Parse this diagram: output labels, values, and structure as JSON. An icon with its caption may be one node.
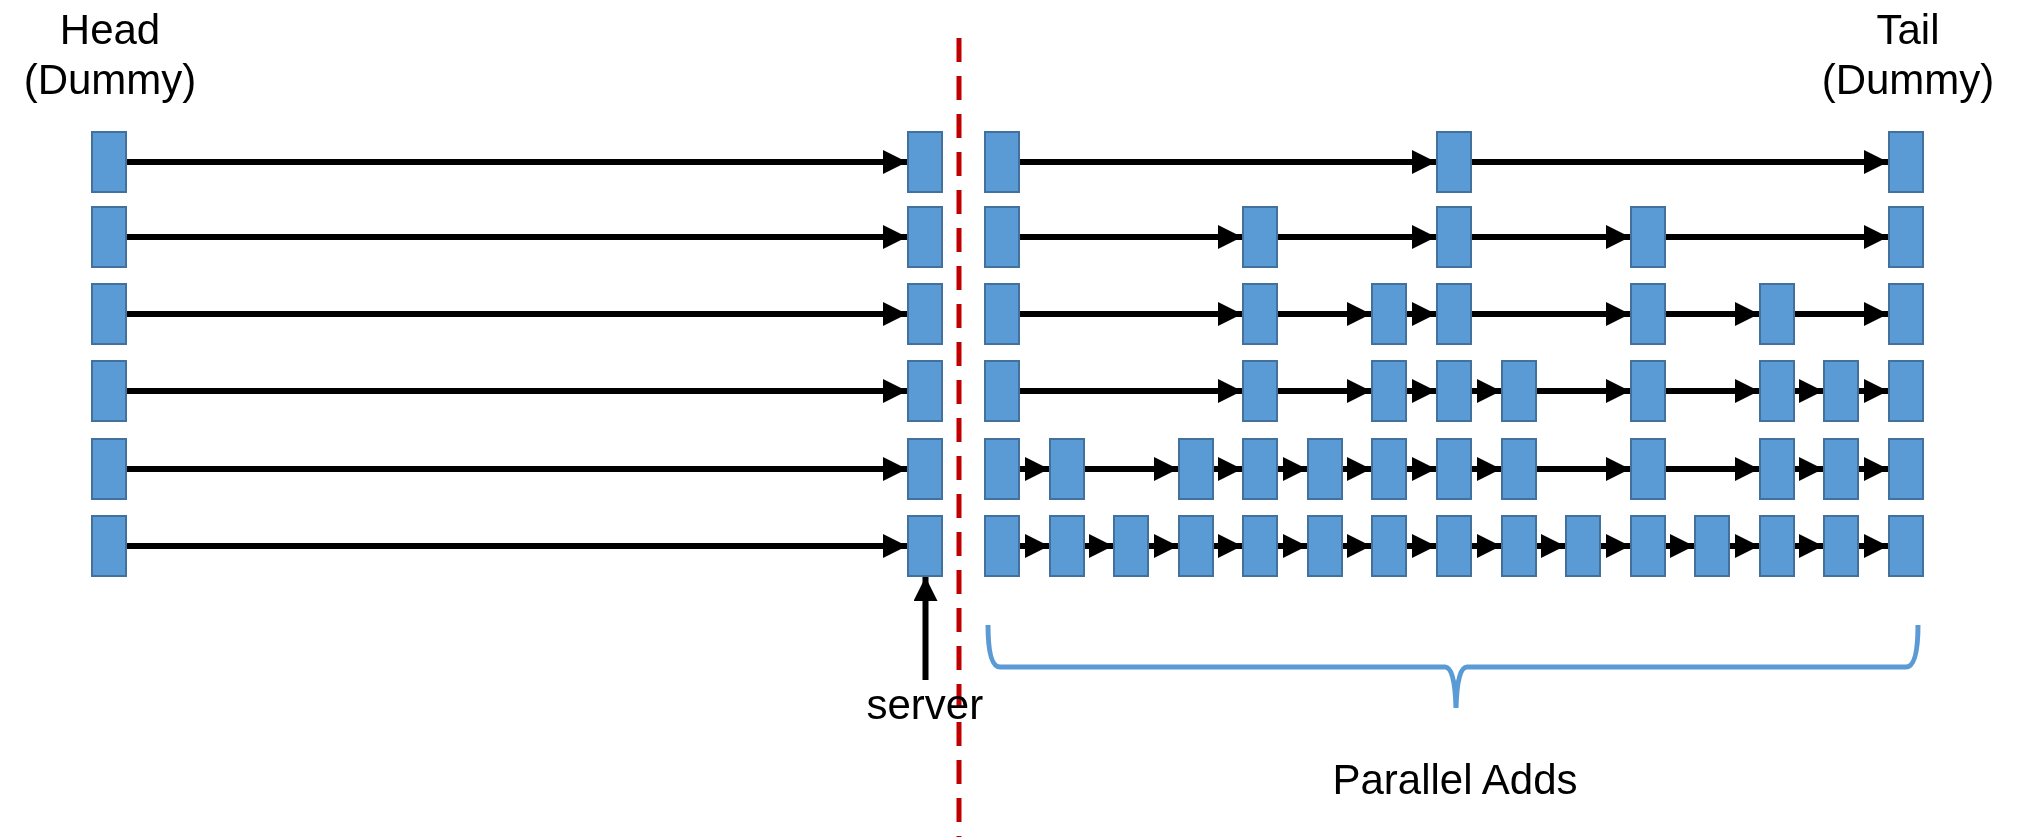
{
  "diagram": {
    "nodes": [
      {
        "text": [],
        "shape": "box"
      },
      {
        "text": [],
        "shape": "box"
      },
      {
        "text": [],
        "shape": "box"
      },
      {
        "text": [],
        "shape": "box"
      },
      {
        "text": [],
        "shape": "box"
      },
      {
        "text": [],
        "shape": "box"
      },
      {
        "text": [],
        "shape": "box"
      },
      {
        "text": [],
        "shape": "box"
      },
      {
        "text": [],
        "shape": "box"
      },
      {
        "text": [],
        "shape": "box"
      },
      {
        "text": [],
        "shape": "box"
      },
      {
        "text": [],
        "shape": "box"
      },
      {
        "text": [],
        "shape": "box"
      },
      {
        "text": [],
        "shape": "box"
      },
      {
        "text": [],
        "shape": "box"
      },
      {
        "text": [],
        "shape": "box"
      },
      {
        "text": [],
        "shape": "box"
      },
      {
        "text": [],
        "shape": "box"
      },
      {
        "text": [],
        "shape": "box"
      },
      {
        "text": [],
        "shape": "box"
      },
      {
        "text": [],
        "shape": "box"
      },
      {
        "text": [],
        "shape": "box"
      },
      {
        "text": [],
        "shape": "box"
      },
      {
        "text": [],
        "shape": "box"
      },
      {
        "text": [],
        "shape": "box"
      },
      {
        "text": [],
        "shape": "box"
      },
      {
        "text": [],
        "shape": "box"
      },
      {
        "text": [],
        "shape": "box"
      },
      {
        "text": [],
        "shape": "box"
      },
      {
        "text": [],
        "shape": "box"
      },
      {
        "text": [],
        "shape": "box"
      },
      {
        "text": [],
        "shape": "box"
      },
      {
        "text": [],
        "shape": "box"
      },
      {
        "text": [],
        "shape": "box"
      },
      {
        "text": [],
        "shape": "box"
      },
      {
        "text": [],
        "shape": "box"
      },
      {
        "text": [],
        "shape": "box"
      },
      {
        "text": [],
        "shape": "box"
      },
      {
        "text": [],
        "shape": "box"
      },
      {
        "text": [],
        "shape": "box"
      },
      {
        "text": [],
        "shape": "box"
      },
      {
        "text": [],
        "shape": "box"
      },
      {
        "text": [],
        "shape": "box"
      },
      {
        "text": [],
        "shape": "box"
      },
      {
        "text": [],
        "shape": "box"
      },
      {
        "text": [],
        "shape": "box"
      },
      {
        "text": [],
        "shape": "box"
      },
      {
        "text": [],
        "shape": "box"
      },
      {
        "text": [],
        "shape": "box"
      },
      {
        "text": [],
        "shape": "box"
      },
      {
        "text": [],
        "shape": "box"
      },
      {
        "text": [],
        "shape": "box"
      },
      {
        "text": [],
        "shape": "box"
      },
      {
        "text": [],
        "shape": "box"
      },
      {
        "text": [],
        "shape": "box"
      },
      {
        "text": [],
        "shape": "box"
      },
      {
        "text": [],
        "shape": "box"
      },
      {
        "text": [],
        "shape": "box"
      },
      {
        "text": [],
        "shape": "box"
      },
      {
        "text": [],
        "shape": "box"
      },
      {
        "text": [],
        "shape": "box"
      },
      {
        "text": [],
        "shape": "box"
      },
      {
        "text": [],
        "shape": "box"
      },
      {
        "text": [
          "server"
        ]
      }
    ],
    "edges": [
      {
        "from": 0,
        "to": 1,
        "arrow": "to"
      },
      {
        "from": 2,
        "to": 3,
        "arrow": "to"
      },
      {
        "from": 3,
        "to": 4,
        "arrow": "to"
      },
      {
        "from": 5,
        "to": 6,
        "arrow": "to"
      },
      {
        "from": 7,
        "to": 8,
        "arrow": "to"
      },
      {
        "from": 8,
        "to": 9,
        "arrow": "to"
      },
      {
        "from": 9,
        "to": 10,
        "arrow": "to"
      },
      {
        "from": 10,
        "to": 11,
        "arrow": "to"
      },
      {
        "from": 12,
        "to": 13,
        "arrow": "to"
      },
      {
        "from": 14,
        "to": 15,
        "arrow": "to"
      },
      {
        "from": 15,
        "to": 16,
        "arrow": "to"
      },
      {
        "from": 16,
        "to": 17,
        "arrow": "to"
      },
      {
        "from": 17,
        "to": 18,
        "arrow": "to"
      },
      {
        "from": 18,
        "to": 19,
        "arrow": "to"
      },
      {
        "from": 19,
        "to": 20,
        "arrow": "to"
      },
      {
        "from": 21,
        "to": 22,
        "arrow": "to"
      },
      {
        "from": 23,
        "to": 24,
        "arrow": "to"
      },
      {
        "from": 24,
        "to": 25,
        "arrow": "to"
      },
      {
        "from": 25,
        "to": 26,
        "arrow": "to"
      },
      {
        "from": 26,
        "to": 27,
        "arrow": "to"
      },
      {
        "from": 27,
        "to": 28,
        "arrow": "to"
      },
      {
        "from": 28,
        "to": 29,
        "arrow": "to"
      },
      {
        "from": 29,
        "to": 30,
        "arrow": "to"
      },
      {
        "from": 30,
        "to": 31,
        "arrow": "to"
      },
      {
        "from": 32,
        "to": 33,
        "arrow": "to"
      },
      {
        "from": 34,
        "to": 35,
        "arrow": "to"
      },
      {
        "from": 35,
        "to": 36,
        "arrow": "to"
      },
      {
        "from": 36,
        "to": 37,
        "arrow": "to"
      },
      {
        "from": 37,
        "to": 38,
        "arrow": "to"
      },
      {
        "from": 38,
        "to": 39,
        "arrow": "to"
      },
      {
        "from": 39,
        "to": 40,
        "arrow": "to"
      },
      {
        "from": 40,
        "to": 41,
        "arrow": "to"
      },
      {
        "from": 41,
        "to": 42,
        "arrow": "to"
      },
      {
        "from": 42,
        "to": 43,
        "arrow": "to"
      },
      {
        "from": 43,
        "to": 44,
        "arrow": "to"
      },
      {
        "from": 44,
        "to": 45,
        "arrow": "to"
      },
      {
        "from": 46,
        "to": 47,
        "arrow": "to"
      },
      {
        "from": 48,
        "to": 49,
        "arrow": "to"
      },
      {
        "from": 49,
        "to": 50,
        "arrow": "to"
      },
      {
        "from": 50,
        "to": 51,
        "arrow": "to"
      },
      {
        "from": 51,
        "to": 52,
        "arrow": "to"
      },
      {
        "from": 52,
        "to": 53,
        "arrow": "to"
      },
      {
        "from": 53,
        "to": 54,
        "arrow": "to"
      },
      {
        "from": 54,
        "to": 55,
        "arrow": "to"
      },
      {
        "from": 55,
        "to": 56,
        "arrow": "to"
      },
      {
        "from": 56,
        "to": 57,
        "arrow": "to"
      },
      {
        "from": 57,
        "to": 58,
        "arrow": "to"
      },
      {
        "from": 58,
        "to": 59,
        "arrow": "to"
      },
      {
        "from": 59,
        "to": 60,
        "arrow": "to"
      },
      {
        "from": 60,
        "to": 61,
        "arrow": "to"
      },
      {
        "from": 61,
        "to": 62,
        "arrow": "to"
      },
      {
        "from": 63,
        "to": 47,
        "arrow": "to"
      }
    ],
    "labels": [
      "Head (Dummy)",
      "Tail (Dummy)",
      "Parallel Adds"
    ]
  }
}
